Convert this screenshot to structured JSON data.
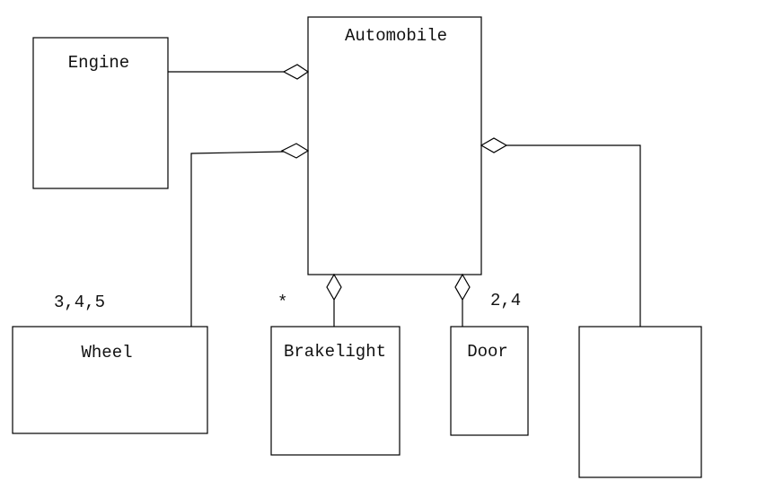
{
  "diagram": {
    "classes": {
      "automobile": "Automobile",
      "engine": "Engine",
      "wheel": "Wheel",
      "brakelight": "Brakelight",
      "door": "Door",
      "unnamed": ""
    },
    "multiplicities": {
      "wheel": "3,4,5",
      "brakelight": "*",
      "door": "2,4"
    },
    "relationship_type": "aggregation"
  }
}
